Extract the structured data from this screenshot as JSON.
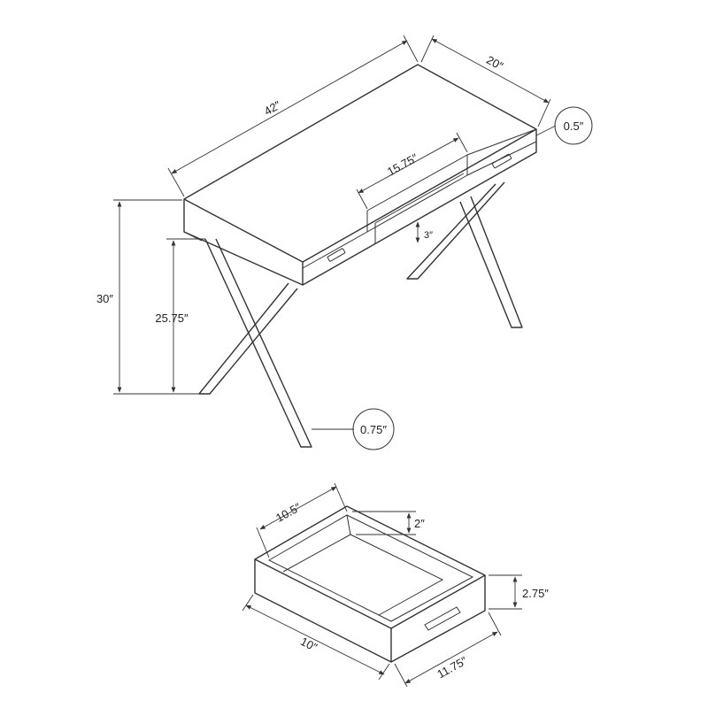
{
  "desk": {
    "width": "42″",
    "depth": "20″",
    "top_thickness": "0.5″",
    "total_height": "30″",
    "clearance_height": "25.75″",
    "shelf_width": "15.75″",
    "shelf_height": "3″",
    "leg_thickness": "0.75″"
  },
  "drawer": {
    "inner_width": "10.5″",
    "inner_depth": "2″",
    "outer_height": "2.75″",
    "front_width": "10″",
    "side_depth": "11.75″"
  },
  "colors": {
    "line": "#333333",
    "background": "#ffffff"
  }
}
